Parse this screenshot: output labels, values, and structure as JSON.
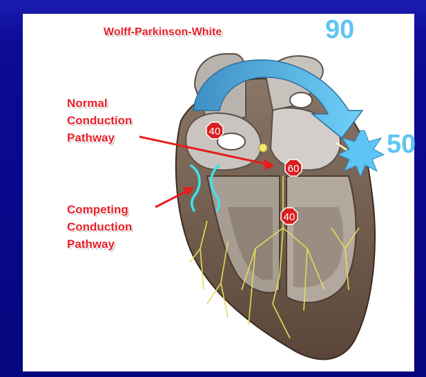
{
  "title": "Wolff-Parkinson-White",
  "labels": {
    "normal_pathway": [
      "Normal",
      "Conduction",
      "Pathway"
    ],
    "competing_pathway": [
      "Competing",
      "Conduction",
      "Pathway"
    ]
  },
  "rates": {
    "top": "90",
    "right": "50"
  },
  "badges": [
    "40",
    "60",
    "40"
  ],
  "colors": {
    "background": "#0a0a8c",
    "label_red": "#e8202a",
    "rate_blue": "#5ec4f4",
    "badge_red": "#d81e1e",
    "accessory_cyan": "#3fe0e8",
    "nerve_yellow": "#e2dc5a"
  }
}
